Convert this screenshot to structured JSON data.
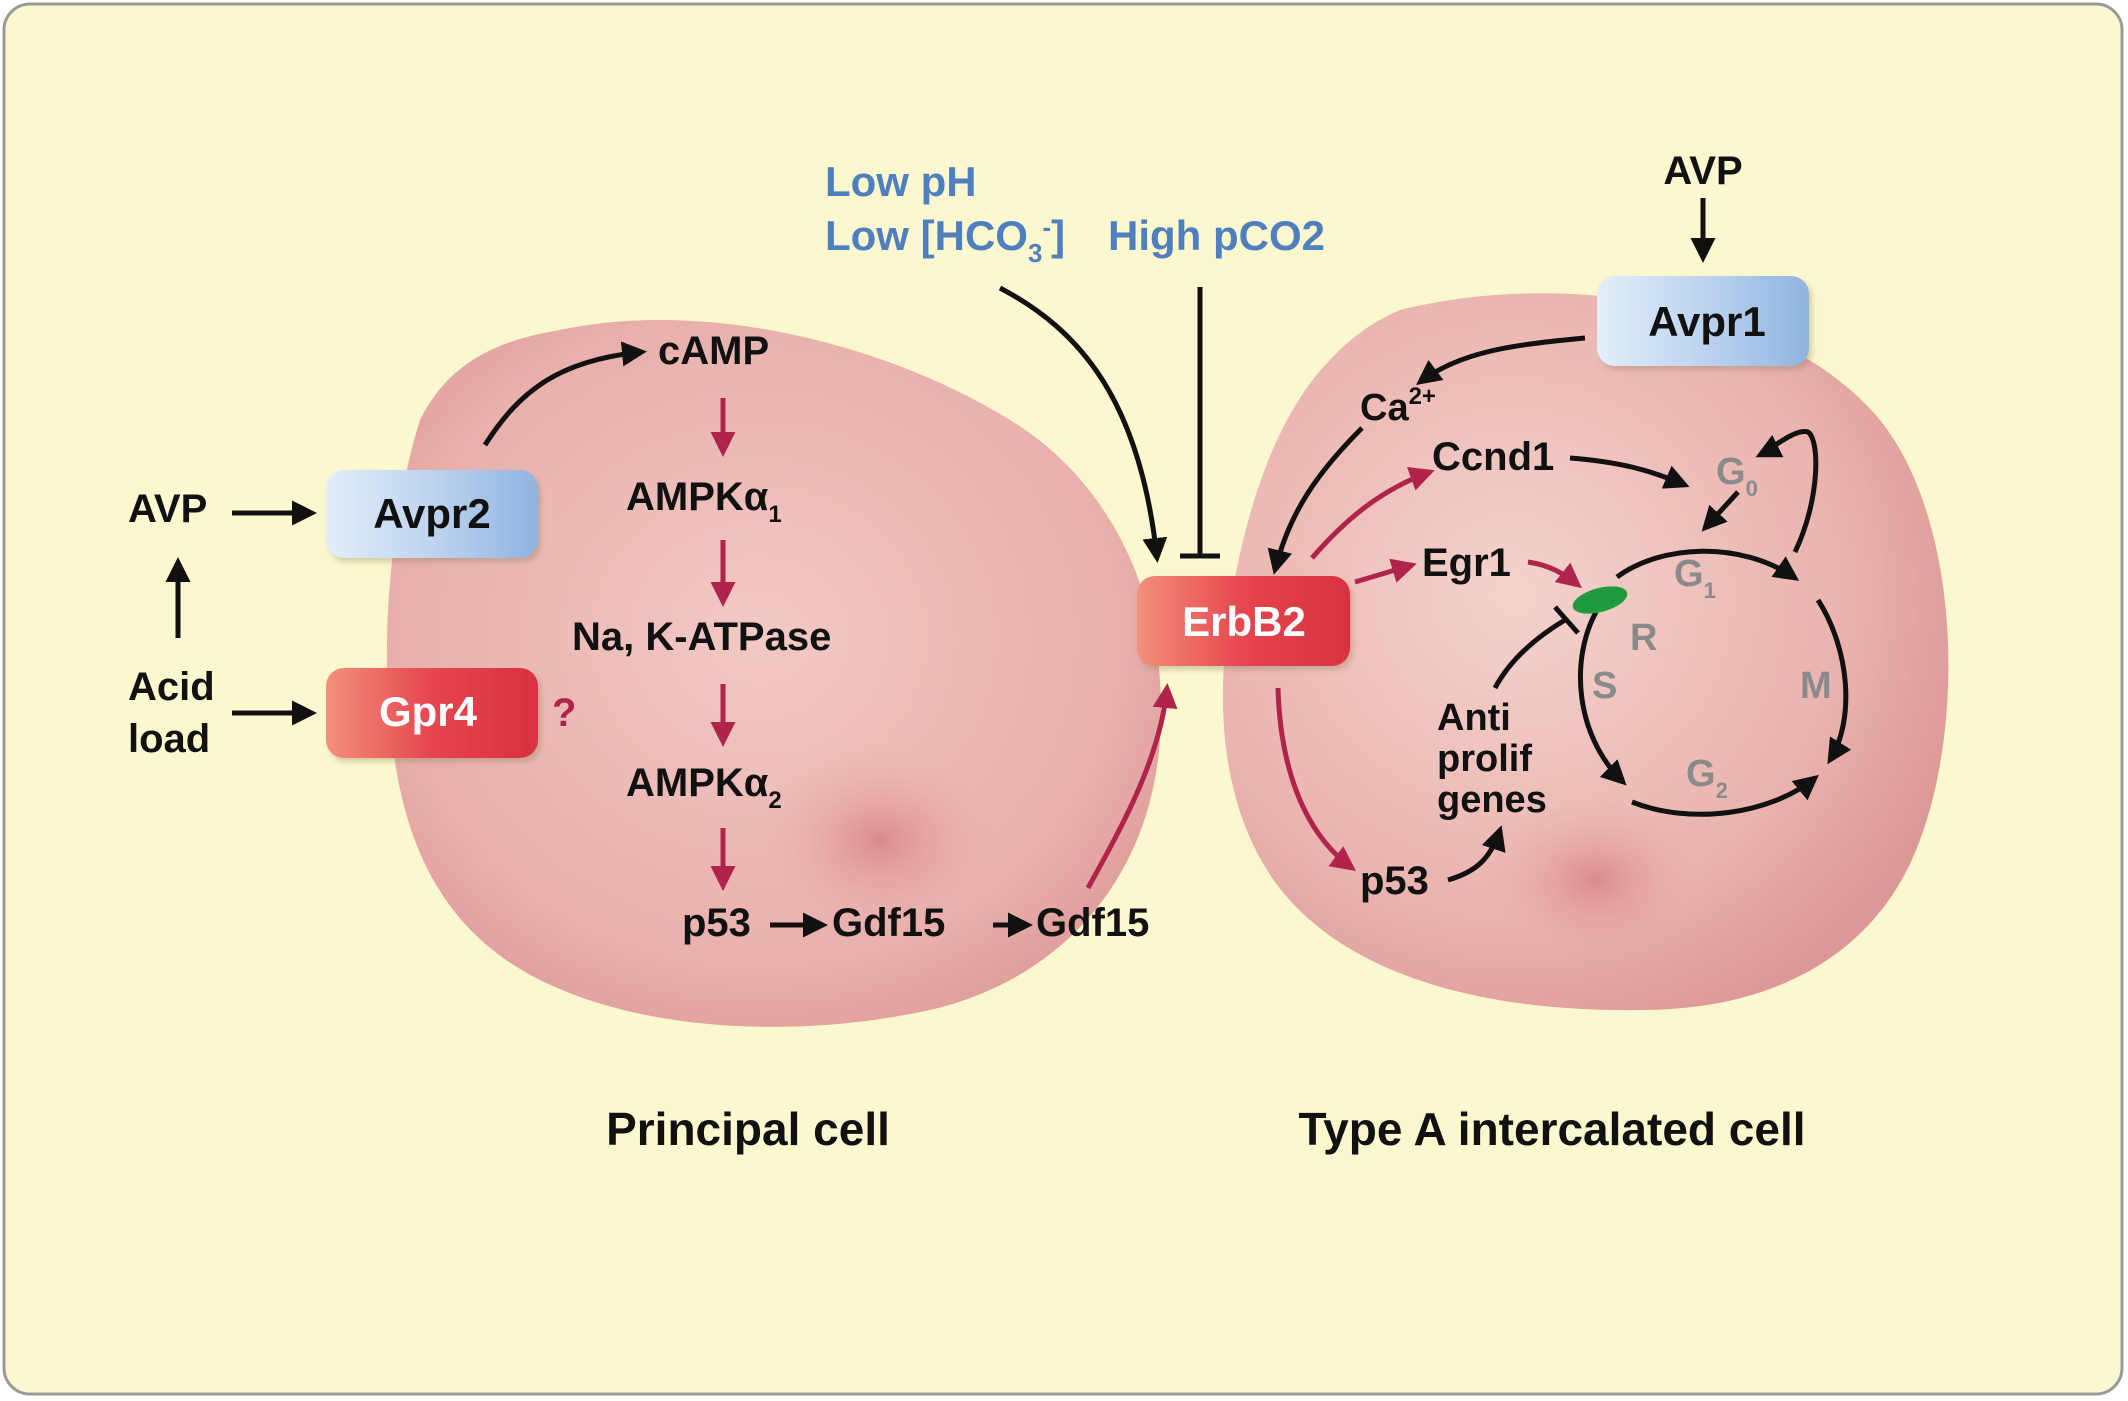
{
  "environment": {
    "line1": "Low pH",
    "line2_prefix": "Low [HCO",
    "line2_sub": "3",
    "line2_sup": "-",
    "line2_suffix": "]",
    "high_pco2": "High pCO2"
  },
  "principal_cell": {
    "caption": "Principal cell",
    "avp": "AVP",
    "acid_line1": "Acid",
    "acid_line2": "load",
    "avpr2": "Avpr2",
    "gpr4": "Gpr4",
    "question": "?",
    "camp": "cAMP",
    "ampk1_main": "AMPKα",
    "ampk1_sub": "1",
    "na_k_atpase": "Na, K-ATPase",
    "ampk2_main": "AMPKα",
    "ampk2_sub": "2",
    "p53": "p53",
    "gdf15_inner": "Gdf15",
    "gdf15_outer": "Gdf15"
  },
  "erbb2": "ErbB2",
  "intercalated_cell": {
    "caption": "Type A intercalated cell",
    "avp": "AVP",
    "avpr1": "Avpr1",
    "ca_main": "Ca",
    "ca_sup": "2+",
    "ccnd1": "Ccnd1",
    "egr1": "Egr1",
    "p53": "p53",
    "antiprolif_line1": "Anti",
    "antiprolif_line2": "prolif",
    "antiprolif_line3": "genes",
    "cycle": {
      "g0_main": "G",
      "g0_sub": "0",
      "g1_main": "G",
      "g1_sub": "1",
      "r": "R",
      "s": "S",
      "m": "M",
      "g2_main": "G",
      "g2_sub": "2"
    }
  },
  "colors": {
    "background": "#fbf8cf",
    "cell": "#eab0ad",
    "receptor_blue": "#b7d0ee",
    "receptor_red": "#e4414c",
    "arrow_black": "#111111",
    "arrow_crimson": "#b0234a",
    "env_text": "#4f7fbf",
    "cycle_text": "#8a8a8a",
    "r_point": "#1f9a3e"
  }
}
